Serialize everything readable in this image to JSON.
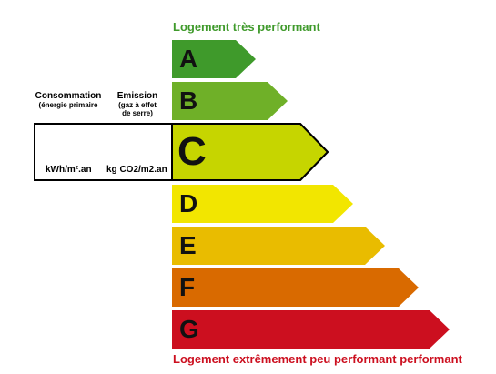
{
  "labels": {
    "top": "Logement très performant",
    "bottom": "Logement extrêmement peu performant performant"
  },
  "columns": {
    "consumption": {
      "title": "Consommation",
      "subtitle": "(énergie primaire",
      "unit": "kWh/m².an"
    },
    "emission": {
      "title": "Emission",
      "subtitle_line1": "(gaz à effet",
      "subtitle_line2": "de serre)",
      "unit": "kg CO2/m2.an"
    }
  },
  "classes": [
    {
      "letter": "A",
      "color": "#3f9a2b"
    },
    {
      "letter": "B",
      "color": "#6fb028"
    },
    {
      "letter": "C",
      "color": "#c6d500"
    },
    {
      "letter": "D",
      "color": "#f2e600"
    },
    {
      "letter": "E",
      "color": "#e9bc00"
    },
    {
      "letter": "F",
      "color": "#d96a00"
    },
    {
      "letter": "G",
      "color": "#cc0f1f"
    }
  ],
  "highlighted_class": "C"
}
